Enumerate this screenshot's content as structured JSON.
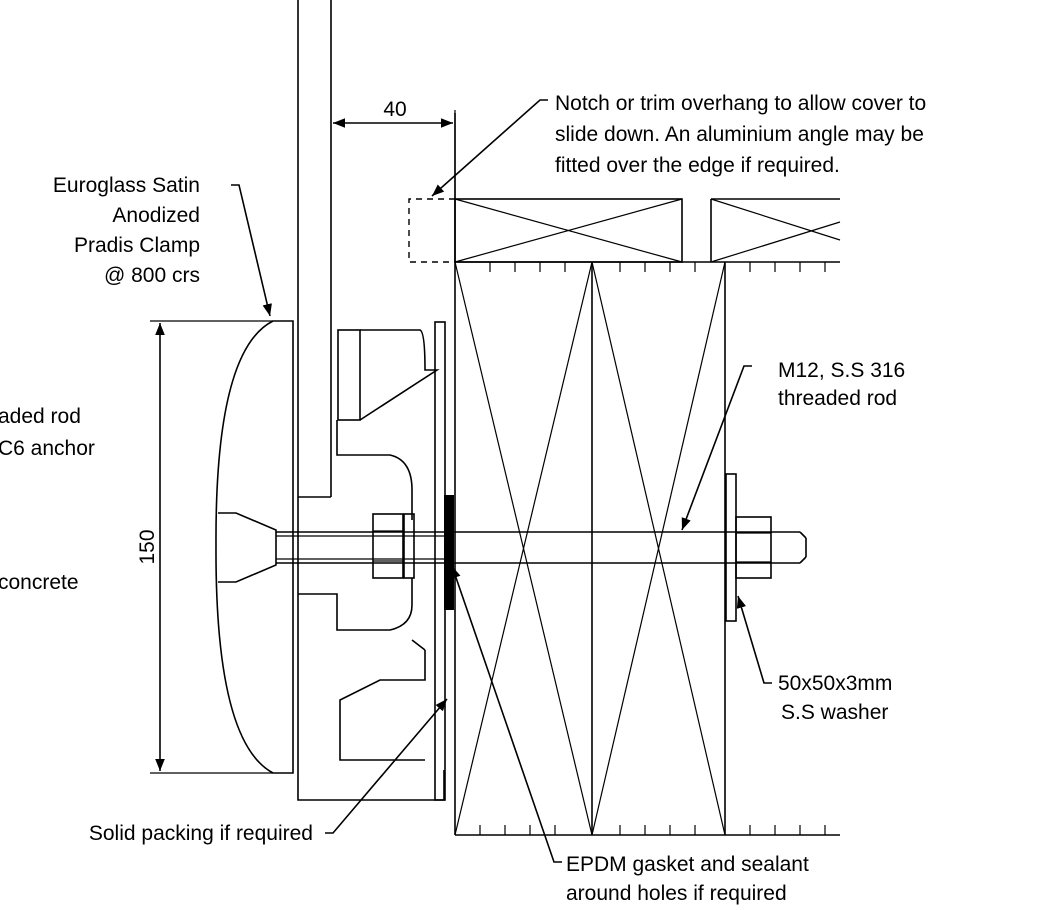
{
  "labels": {
    "clamp": [
      "Euroglass Satin",
      "Anodized",
      "Pradis Clamp",
      "@ 800 crs"
    ],
    "notch": [
      "Notch or trim overhang to allow cover to",
      "slide down. An aluminium angle may be",
      "fitted over the edge if required."
    ],
    "rod": [
      "M12, S.S 316",
      "threaded rod"
    ],
    "washer": [
      "50x50x3mm",
      "S.S washer"
    ],
    "packing": "Solid packing if required",
    "gasket": [
      "EPDM gasket and sealant",
      "around holes if required"
    ],
    "left_cut": [
      "aded rod",
      "C6 anchor",
      "concrete"
    ]
  },
  "dimensions": {
    "gap": "40",
    "height": "150"
  }
}
